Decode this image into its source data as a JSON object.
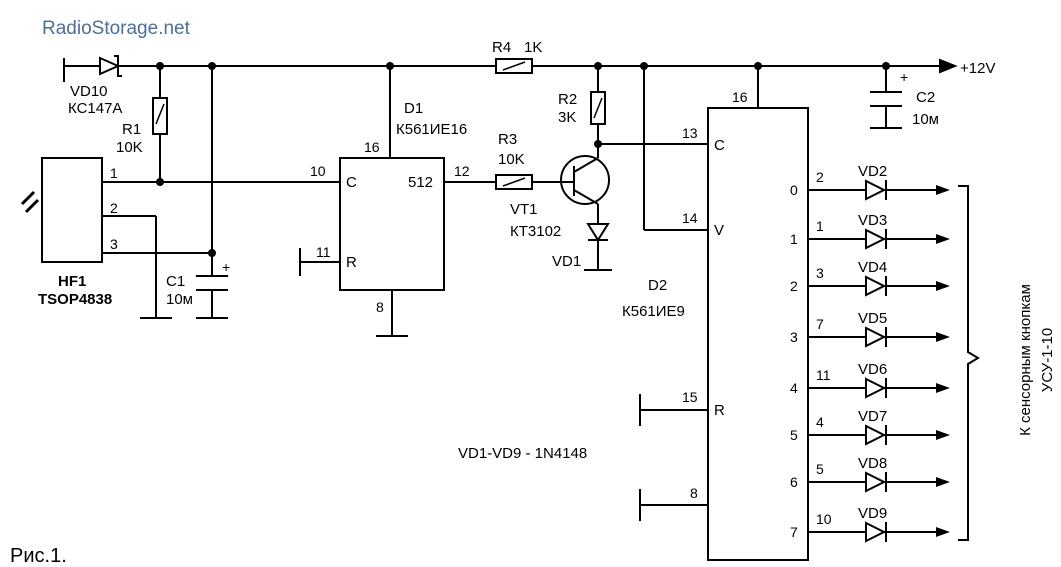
{
  "watermark": "RadioStorage.net",
  "supply": "+12V",
  "caption": "Рис.1.",
  "note": "VD1-VD9 - 1N4148",
  "side_label": [
    "К сенсорным кнопкам",
    "УСУ-1-10"
  ],
  "components": {
    "vd10": {
      "ref": "VD10",
      "type": "КС147А"
    },
    "r1": {
      "ref": "R1",
      "value": "10K"
    },
    "hf1": {
      "ref": "HF1",
      "type": "TSOP4838",
      "pins": [
        "1",
        "2",
        "3"
      ]
    },
    "c1": {
      "ref": "C1",
      "value": "10м"
    },
    "d1": {
      "ref": "D1",
      "type": "К561ИЕ16",
      "pin_c": "C",
      "pin_r": "R",
      "pin_out": "512",
      "pin10": "10",
      "pin11": "11",
      "pin16": "16",
      "pin8": "8",
      "pin12": "12"
    },
    "r4": {
      "ref": "R4",
      "value": "1K"
    },
    "r3": {
      "ref": "R3",
      "value": "10K"
    },
    "r2": {
      "ref": "R2",
      "value": "3K"
    },
    "vt1": {
      "ref": "VT1",
      "type": "КТ3102"
    },
    "vd1": {
      "ref": "VD1"
    },
    "c2": {
      "ref": "C2",
      "value": "10м"
    },
    "d2": {
      "ref": "D2",
      "type": "К561ИЕ9",
      "pin_c": "C",
      "pin_v": "V",
      "pin_r": "R",
      "pin16": "16",
      "pin13": "13",
      "pin14": "14",
      "pin15": "15",
      "pin8": "8"
    }
  },
  "outputs": [
    {
      "out": "0",
      "pin": "2",
      "diode": "VD2"
    },
    {
      "out": "1",
      "pin": "1",
      "diode": "VD3"
    },
    {
      "out": "2",
      "pin": "3",
      "diode": "VD4"
    },
    {
      "out": "3",
      "pin": "7",
      "diode": "VD5"
    },
    {
      "out": "4",
      "pin": "11",
      "diode": "VD6"
    },
    {
      "out": "5",
      "pin": "4",
      "diode": "VD7"
    },
    {
      "out": "6",
      "pin": "5",
      "diode": "VD8"
    },
    {
      "out": "7",
      "pin": "10",
      "diode": "VD9"
    }
  ]
}
